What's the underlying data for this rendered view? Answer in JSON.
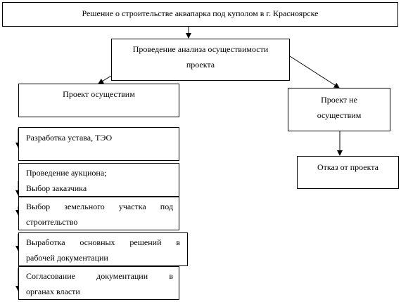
{
  "diagram": {
    "top": "Решение о строительстве  аквапарка под куполом в г. Красноярске",
    "analysis": [
      "Проведение анализа осуществимости",
      "проекта"
    ],
    "feasible": "Проект осуществим",
    "not_feasible": [
      "Проект не",
      "осуществим"
    ],
    "reject": "Отказ от проекта",
    "steps": [
      [
        "Разработка устава, ТЭО"
      ],
      [
        "Проведение аукциона;",
        "Выбор заказчика"
      ],
      [
        "Выбор земельного участка под",
        "строительство"
      ],
      [
        "Выработка основных решений в",
        "рабочей документации"
      ],
      [
        "Согласование документации в",
        "органах власти"
      ]
    ]
  }
}
